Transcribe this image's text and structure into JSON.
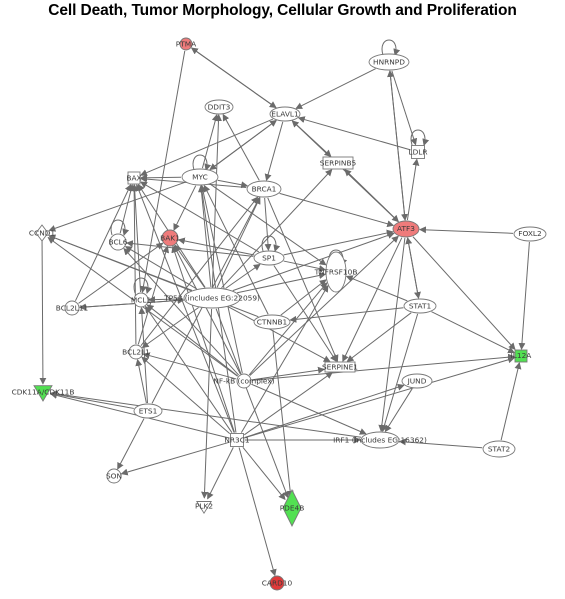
{
  "title": "Cell Death, Tumor Morphology, Cellular Growth and Proliferation",
  "colors": {
    "up_regulated": "#ef7b7b",
    "strong_up": "#e03a3a",
    "down_regulated": "#52e052",
    "neutral": "#ffffff",
    "edge": "#6b6b6b"
  },
  "nodes": [
    {
      "id": "PTMA",
      "label": "PTMA",
      "shape": "circle",
      "color": "up"
    },
    {
      "id": "HNRNPD",
      "label": "HNRNPD",
      "shape": "ellipse",
      "color": "none"
    },
    {
      "id": "DDIT3",
      "label": "DDIT3",
      "shape": "ellipse",
      "color": "none"
    },
    {
      "id": "ELAVL1",
      "label": "ELAVL1",
      "shape": "ellipse",
      "color": "none"
    },
    {
      "id": "LDLR",
      "label": "LDLR",
      "shape": "square",
      "color": "none"
    },
    {
      "id": "MYC",
      "label": "MYC",
      "shape": "ellipse",
      "color": "none"
    },
    {
      "id": "BAX",
      "label": "BAX",
      "shape": "square",
      "color": "none"
    },
    {
      "id": "SERPINB5",
      "label": "SERPINB5",
      "shape": "rect",
      "color": "none"
    },
    {
      "id": "BRCA1",
      "label": "BRCA1",
      "shape": "ellipse",
      "color": "none"
    },
    {
      "id": "CCND1",
      "label": "CCND1",
      "shape": "diamond",
      "color": "none"
    },
    {
      "id": "BCL6",
      "label": "BCL6",
      "shape": "circle",
      "color": "none"
    },
    {
      "id": "BAK1",
      "label": "BAK1",
      "shape": "circle",
      "color": "up"
    },
    {
      "id": "ATF3",
      "label": "ATF3",
      "shape": "ellipse",
      "color": "up"
    },
    {
      "id": "FOXL2",
      "label": "FOXL2",
      "shape": "ellipse",
      "color": "none"
    },
    {
      "id": "SP1",
      "label": "SP1",
      "shape": "ellipse",
      "color": "none"
    },
    {
      "id": "TNFRSF10B",
      "label": "TNFRSF10B",
      "shape": "ellipse",
      "color": "none"
    },
    {
      "id": "BCL2L11",
      "label": "BCL2L11",
      "shape": "circle",
      "color": "none"
    },
    {
      "id": "MCL1",
      "label": "MCL1",
      "shape": "circle",
      "color": "none"
    },
    {
      "id": "TP53",
      "label": "TP53 (includes EG:22059)",
      "shape": "ellipse",
      "color": "none"
    },
    {
      "id": "STAT1",
      "label": "STAT1",
      "shape": "ellipse",
      "color": "none"
    },
    {
      "id": "CTNNB1",
      "label": "CTNNB1",
      "shape": "ellipse",
      "color": "none"
    },
    {
      "id": "BCL2L1",
      "label": "BCL2L1",
      "shape": "circle",
      "color": "none"
    },
    {
      "id": "IL12A",
      "label": "IL12A",
      "shape": "square",
      "color": "down"
    },
    {
      "id": "SERPINE1",
      "label": "SERPINE1",
      "shape": "rect",
      "color": "none"
    },
    {
      "id": "NFKB",
      "label": "NF-kB (complex)",
      "shape": "circle",
      "color": "none"
    },
    {
      "id": "JUND",
      "label": "JUND",
      "shape": "ellipse",
      "color": "none"
    },
    {
      "id": "CDK11A",
      "label": "CDK11A/CDK11B",
      "shape": "triangle",
      "color": "down"
    },
    {
      "id": "ETS1",
      "label": "ETS1",
      "shape": "ellipse",
      "color": "none"
    },
    {
      "id": "NR3C1",
      "label": "NR3C1",
      "shape": "square",
      "color": "none"
    },
    {
      "id": "IRF1",
      "label": "IRF1 (includes EG:16362)",
      "shape": "ellipse",
      "color": "none"
    },
    {
      "id": "STAT2",
      "label": "STAT2",
      "shape": "ellipse",
      "color": "none"
    },
    {
      "id": "SON",
      "label": "SON",
      "shape": "circle",
      "color": "none"
    },
    {
      "id": "PLK2",
      "label": "PLK2",
      "shape": "triangle_down",
      "color": "none"
    },
    {
      "id": "PDE4B",
      "label": "PDE4B",
      "shape": "diamond",
      "color": "down"
    },
    {
      "id": "CARD10",
      "label": "CARD10",
      "shape": "circle",
      "color": "strong_up"
    }
  ]
}
